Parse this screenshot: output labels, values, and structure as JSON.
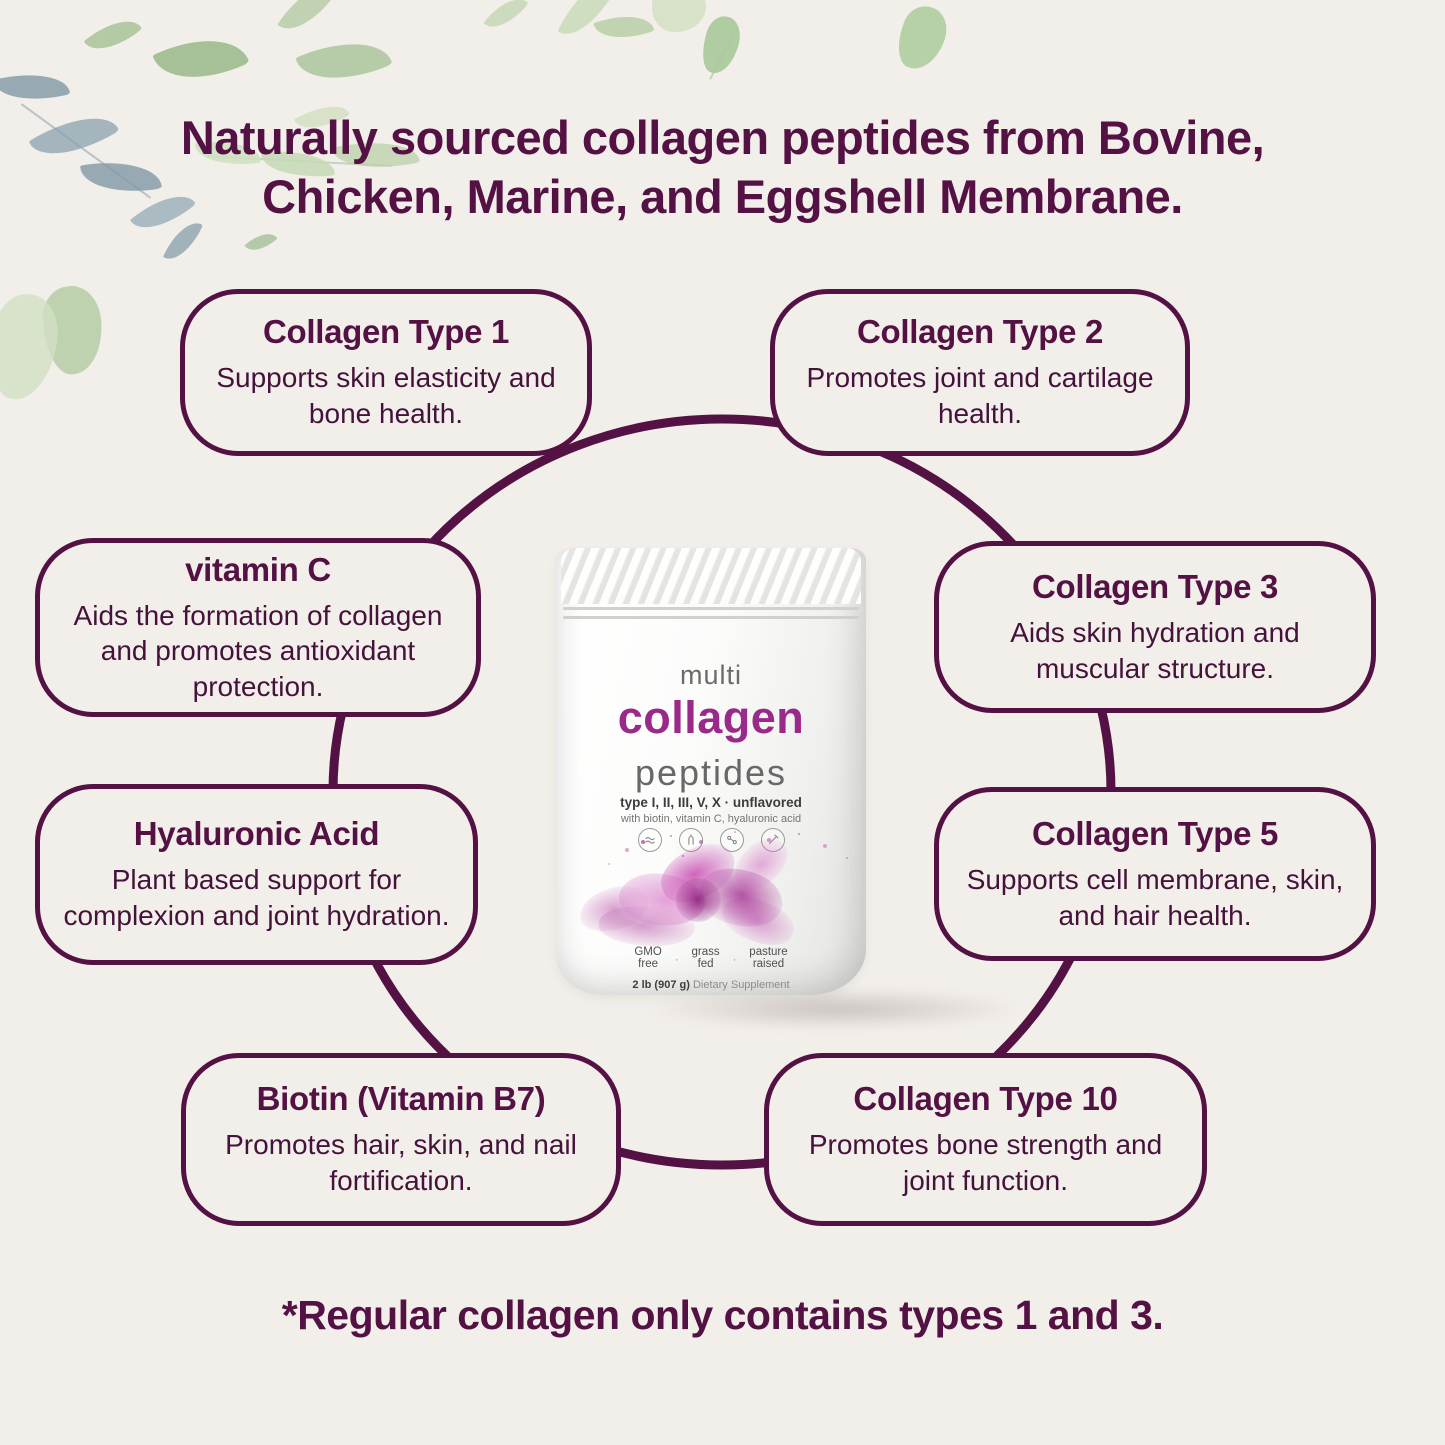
{
  "header": {
    "title_line1": "Naturally sourced collagen peptides from Bovine,",
    "title_line2": "Chicken, Marine, and Eggshell Membrane."
  },
  "callouts": [
    {
      "id": "collagen-type-1",
      "title": "Collagen Type 1",
      "description": "Supports skin elasticity and bone health."
    },
    {
      "id": "collagen-type-2",
      "title": "Collagen Type 2",
      "description": "Promotes joint and cartilage health."
    },
    {
      "id": "vitamin-c",
      "title": "vitamin C",
      "description": "Aids the formation of collagen and promotes antioxidant protection."
    },
    {
      "id": "collagen-type-3",
      "title": "Collagen Type 3",
      "description": "Aids skin hydration and muscular structure."
    },
    {
      "id": "hyaluronic-acid",
      "title": "Hyaluronic Acid",
      "description": "Plant based support for complexion and joint hydration."
    },
    {
      "id": "collagen-type-5",
      "title": "Collagen Type 5",
      "description": "Supports cell membrane, skin, and hair health."
    },
    {
      "id": "biotin",
      "title": "Biotin (Vitamin B7)",
      "description": "Promotes hair, skin, and nail fortification."
    },
    {
      "id": "collagen-type-10",
      "title": "Collagen Type 10",
      "description": "Promotes bone strength and joint function."
    }
  ],
  "product": {
    "brand_small": "multi",
    "name": "collagen",
    "name_sub": "peptides",
    "types_line": "type I, II, III, V, X · unflavored",
    "with_line": "with biotin, vitamin C, hyaluronic acid",
    "icons": [
      "skin-icon",
      "hair-icon",
      "joints-icon",
      "nails-icon"
    ],
    "badges": [
      {
        "top": "GMO",
        "bottom": "free"
      },
      {
        "top": "grass",
        "bottom": "fed"
      },
      {
        "top": "pasture",
        "bottom": "raised"
      }
    ],
    "badge_separator": "·",
    "weight_bold": "2 lb (907 g)",
    "weight_rest": "Dietary Supplement"
  },
  "footer": {
    "note": "*Regular collagen only contains types 1 and 3."
  },
  "colors": {
    "background": "#f2eee9",
    "accent_purple": "#541144",
    "body_text": "#44123a",
    "collagen_magenta": "#9a2a8a",
    "leaf_green": "#a8c398",
    "leaf_blue_gray": "#7f98a6"
  }
}
